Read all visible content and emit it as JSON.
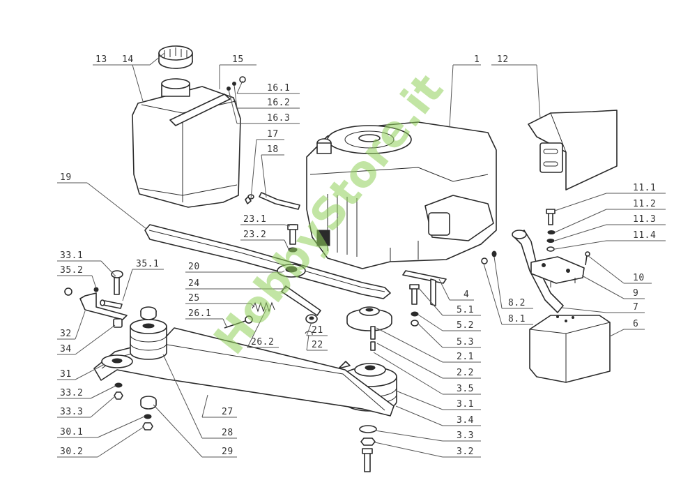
{
  "watermark": "HobbyStore.it",
  "accent_color": "#8fd05a",
  "callouts": [
    {
      "id": "1"
    },
    {
      "id": "2.1"
    },
    {
      "id": "2.2"
    },
    {
      "id": "3.1"
    },
    {
      "id": "3.2"
    },
    {
      "id": "3.3"
    },
    {
      "id": "3.4"
    },
    {
      "id": "3.5"
    },
    {
      "id": "4"
    },
    {
      "id": "5.1"
    },
    {
      "id": "5.2"
    },
    {
      "id": "5.3"
    },
    {
      "id": "6"
    },
    {
      "id": "7"
    },
    {
      "id": "8.1"
    },
    {
      "id": "8.2"
    },
    {
      "id": "9"
    },
    {
      "id": "10"
    },
    {
      "id": "11.1"
    },
    {
      "id": "11.2"
    },
    {
      "id": "11.3"
    },
    {
      "id": "11.4"
    },
    {
      "id": "12"
    },
    {
      "id": "13"
    },
    {
      "id": "14"
    },
    {
      "id": "15"
    },
    {
      "id": "16.1"
    },
    {
      "id": "16.2"
    },
    {
      "id": "16.3"
    },
    {
      "id": "17"
    },
    {
      "id": "18"
    },
    {
      "id": "19"
    },
    {
      "id": "20"
    },
    {
      "id": "21"
    },
    {
      "id": "22"
    },
    {
      "id": "23.1"
    },
    {
      "id": "23.2"
    },
    {
      "id": "24"
    },
    {
      "id": "25"
    },
    {
      "id": "26.1"
    },
    {
      "id": "26.2"
    },
    {
      "id": "27"
    },
    {
      "id": "28"
    },
    {
      "id": "29"
    },
    {
      "id": "30.1"
    },
    {
      "id": "30.2"
    },
    {
      "id": "31"
    },
    {
      "id": "32"
    },
    {
      "id": "33.1"
    },
    {
      "id": "33.2"
    },
    {
      "id": "33.3"
    },
    {
      "id": "34"
    },
    {
      "id": "35.1"
    },
    {
      "id": "35.2"
    }
  ]
}
